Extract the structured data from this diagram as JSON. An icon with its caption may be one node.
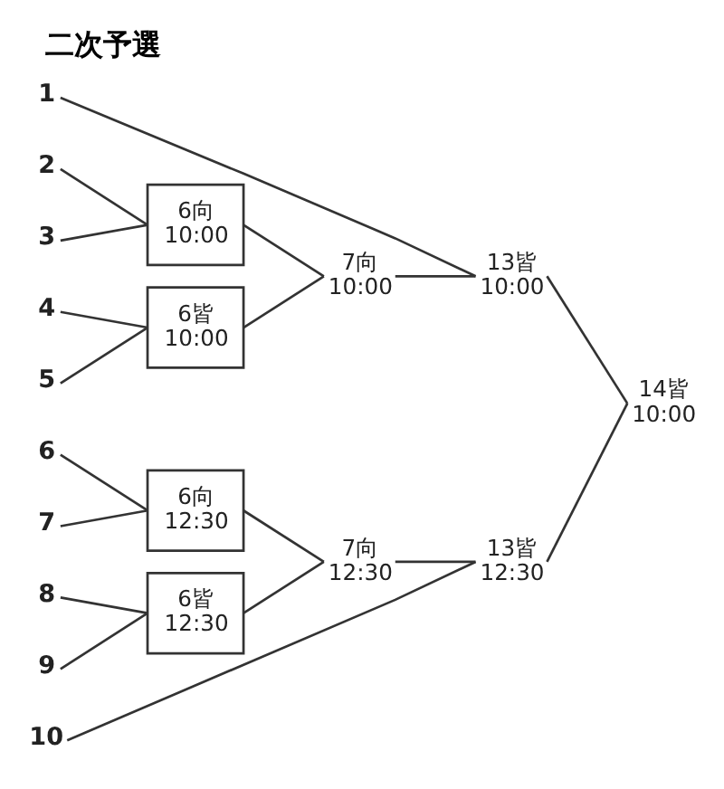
{
  "diagram": {
    "title": "二次予選",
    "nodes": [
      {
        "text": [
          "1"
        ]
      },
      {
        "text": [
          "2"
        ]
      },
      {
        "text": [
          "3"
        ]
      },
      {
        "text": [
          "4"
        ]
      },
      {
        "text": [
          "5"
        ]
      },
      {
        "text": [
          "6"
        ]
      },
      {
        "text": [
          "7"
        ]
      },
      {
        "text": [
          "8"
        ]
      },
      {
        "text": [
          "9"
        ]
      },
      {
        "text": [
          "10"
        ]
      },
      {
        "text": [
          "6向",
          "10:00"
        ]
      },
      {
        "text": [
          "6皆",
          "10:00"
        ]
      },
      {
        "text": [
          "6向",
          "12:30"
        ]
      },
      {
        "text": [
          "6皆",
          "12:30"
        ]
      },
      {
        "text": [
          "7向",
          "10:00"
        ]
      },
      {
        "text": [
          "7向",
          "12:30"
        ]
      },
      {
        "text": [
          "13皆",
          "10:00"
        ]
      },
      {
        "text": [
          "13皆",
          "12:30"
        ]
      },
      {
        "text": [
          "14皆",
          "10:00"
        ]
      }
    ],
    "edges": [
      {
        "from": 0,
        "to": 16,
        "arrow": "none"
      },
      {
        "from": 1,
        "to": 10,
        "arrow": "none"
      },
      {
        "from": 2,
        "to": 10,
        "arrow": "none"
      },
      {
        "from": 3,
        "to": 11,
        "arrow": "none"
      },
      {
        "from": 4,
        "to": 11,
        "arrow": "none"
      },
      {
        "from": 5,
        "to": 12,
        "arrow": "none"
      },
      {
        "from": 6,
        "to": 12,
        "arrow": "none"
      },
      {
        "from": 7,
        "to": 13,
        "arrow": "none"
      },
      {
        "from": 8,
        "to": 13,
        "arrow": "none"
      },
      {
        "from": 9,
        "to": 17,
        "arrow": "none"
      },
      {
        "from": 10,
        "to": 14,
        "arrow": "none"
      },
      {
        "from": 11,
        "to": 14,
        "arrow": "none"
      },
      {
        "from": 12,
        "to": 15,
        "arrow": "none"
      },
      {
        "from": 13,
        "to": 15,
        "arrow": "none"
      },
      {
        "from": 14,
        "to": 16,
        "arrow": "none"
      },
      {
        "from": 15,
        "to": 17,
        "arrow": "none"
      },
      {
        "from": 16,
        "to": 18,
        "arrow": "none"
      },
      {
        "from": 17,
        "to": 18,
        "arrow": "none"
      }
    ]
  }
}
